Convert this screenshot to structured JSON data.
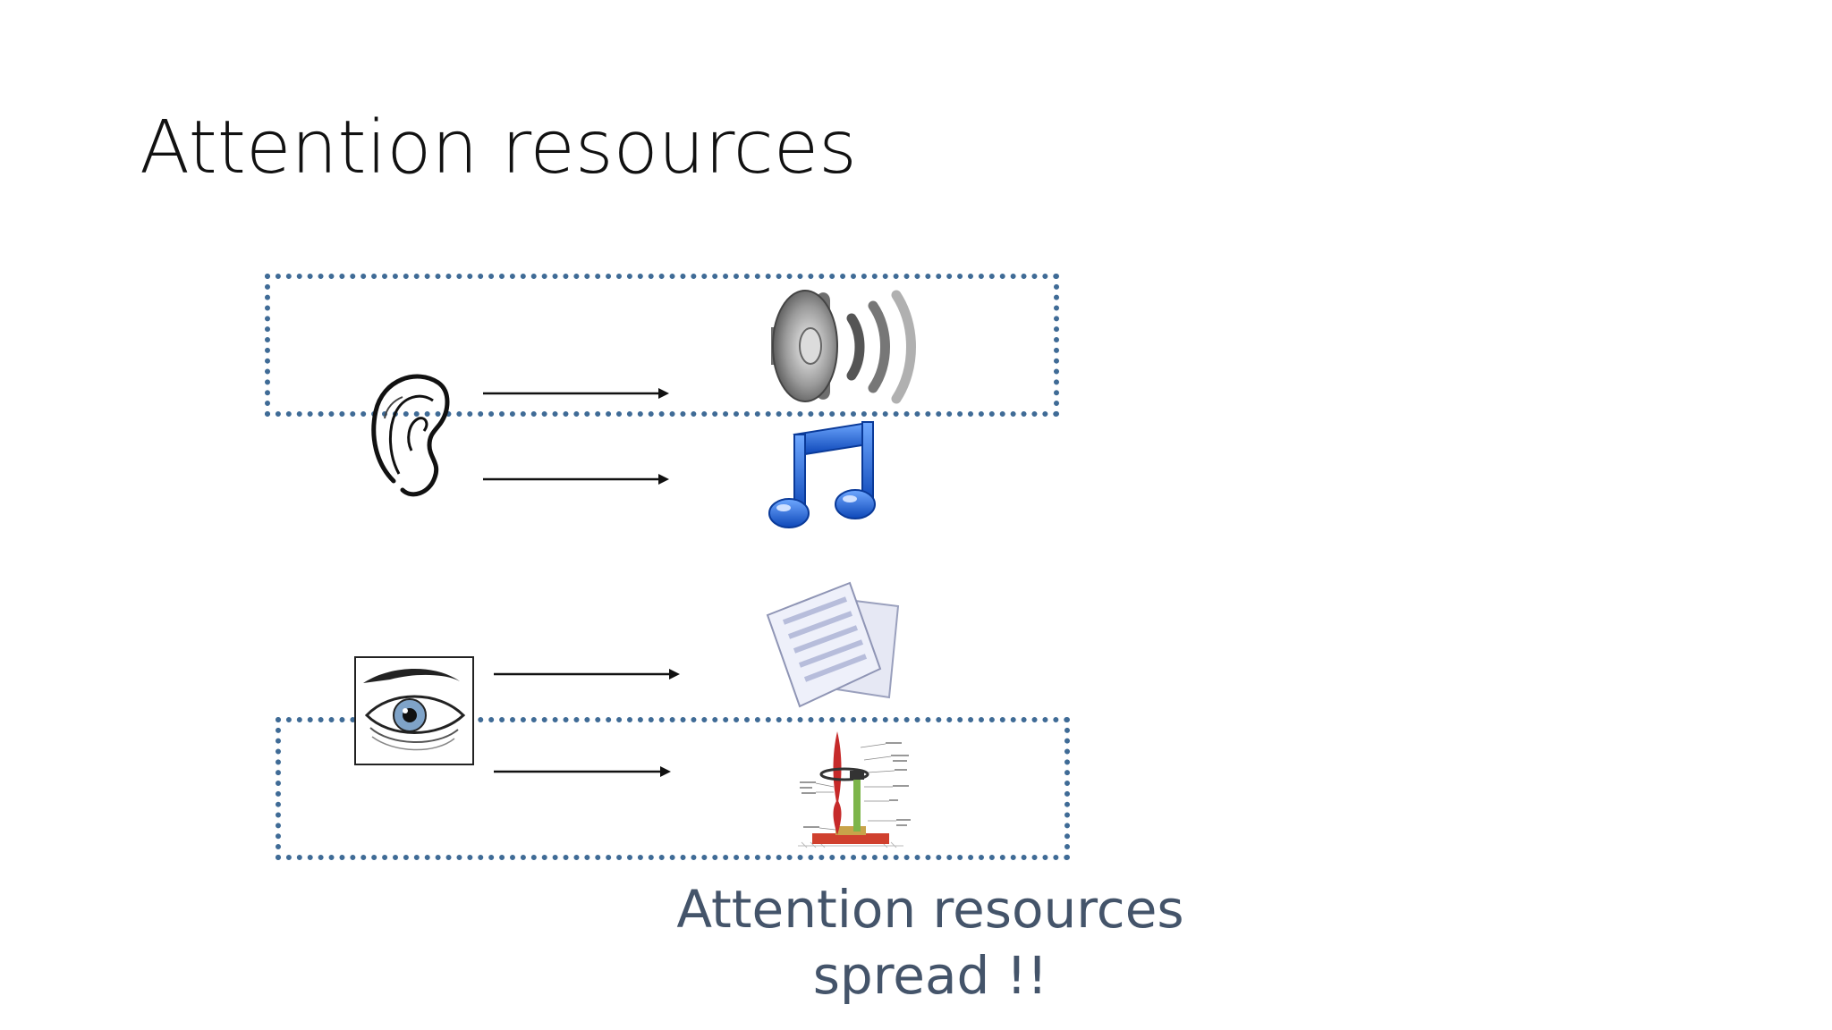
{
  "slide": {
    "title": "Attention resources",
    "caption_line1": "Attention resources",
    "caption_line2": "spread !!"
  },
  "icons": {
    "ear": "ear-icon",
    "eye": "eye-icon",
    "speaker": "speaker-icon",
    "music": "music-note-icon",
    "document": "document-icon",
    "diagram": "motor-diagram-icon"
  },
  "colors": {
    "dotted_border": "#3f6b96",
    "caption": "#44546a",
    "music_blue": "#1a5fd0"
  }
}
